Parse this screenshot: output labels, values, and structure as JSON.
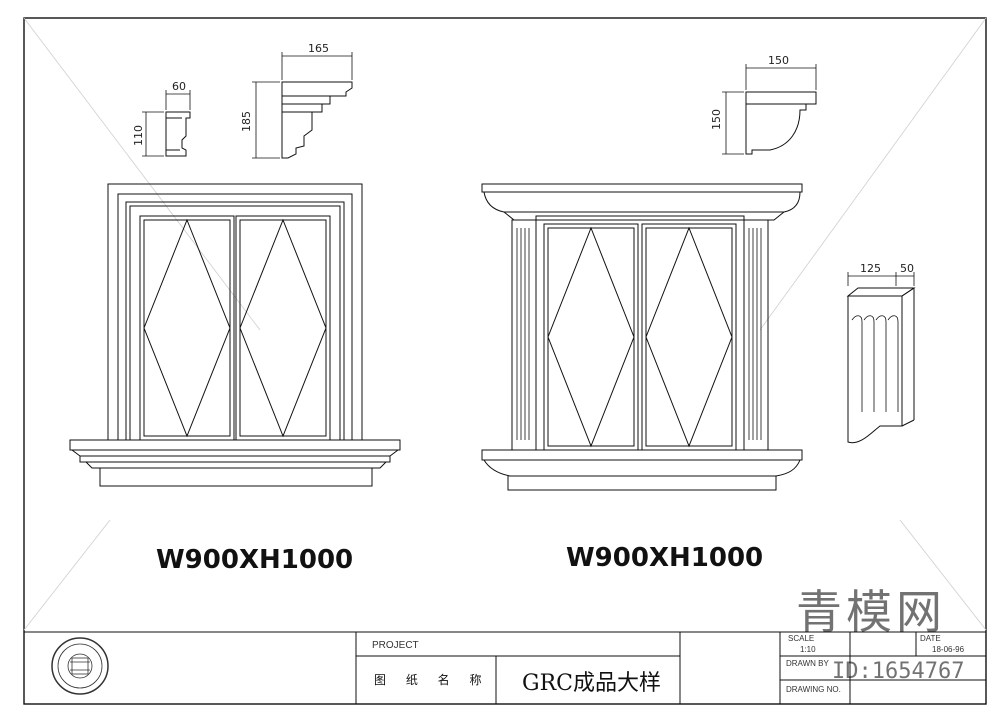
{
  "drawing": {
    "left_window": {
      "caption": "W900XH1000"
    },
    "right_window": {
      "caption": "W900XH1000"
    },
    "dimensions": {
      "small_trim_width": "60",
      "small_trim_height": "110",
      "cornice_width": "165",
      "cornice_height": "185",
      "right_cornice_width": "150",
      "right_cornice_height": "150",
      "pilaster_width": "125",
      "pilaster_depth": "50"
    }
  },
  "title_block": {
    "project_label": "PROJECT",
    "drawing_name_label": "图 纸 名 称",
    "drawing_title": "GRC成品大样",
    "scale_label": "SCALE",
    "scale_value": "1:10",
    "date_label": "DATE",
    "date_value": "18-06-96",
    "drawn_by_label": "DRAWN BY",
    "drawing_no_label": "DRAWING NO."
  },
  "watermark": {
    "brand": "青模网",
    "id_text": "ID:1654767"
  }
}
